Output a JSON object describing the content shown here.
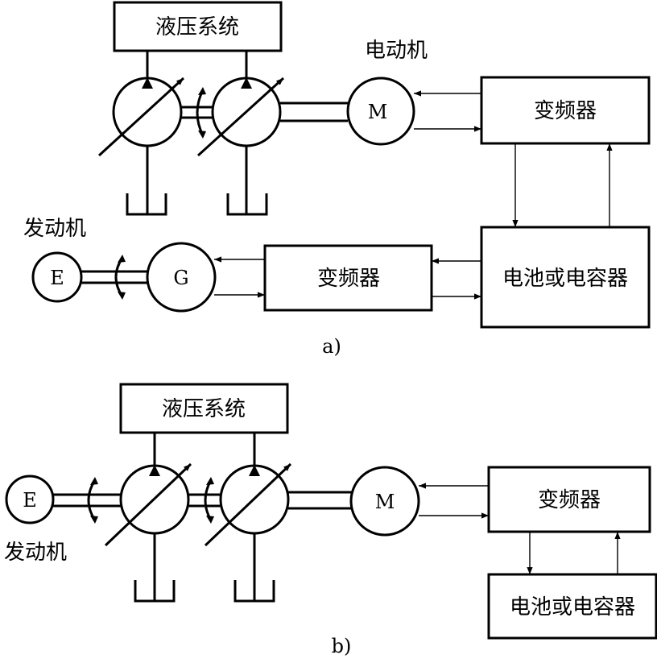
{
  "diagram_a": {
    "hydraulic_label": "液压系统",
    "motor_caption": "电动机",
    "motor_symbol": "M",
    "inverter_top_label": "变频器",
    "engine_caption": "发动机",
    "engine_symbol": "E",
    "generator_symbol": "G",
    "inverter_mid_label": "变频器",
    "battery_label": "电池或电容器",
    "caption": "a)"
  },
  "diagram_b": {
    "hydraulic_label": "液压系统",
    "engine_symbol": "E",
    "engine_caption": "发动机",
    "motor_symbol": "M",
    "inverter_label": "变频器",
    "battery_label": "电池或电容器",
    "caption": "b)"
  }
}
